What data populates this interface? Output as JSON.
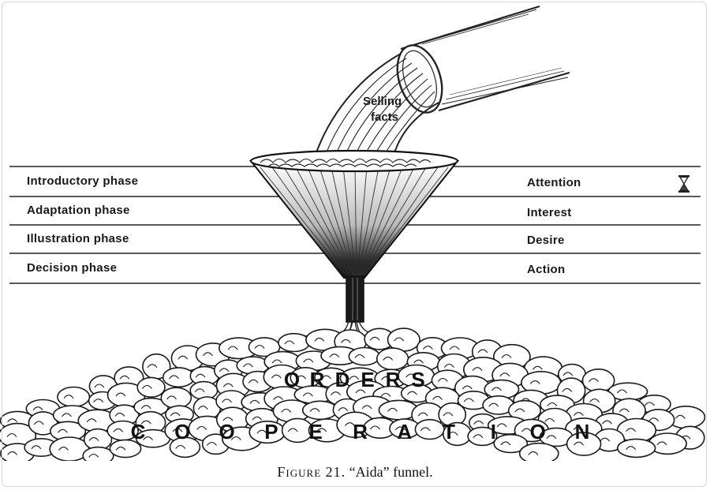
{
  "phases": [
    {
      "phase": "Introductory phase",
      "stage": "Attention"
    },
    {
      "phase": "Adaptation phase",
      "stage": "Interest"
    },
    {
      "phase": "Illustration phase",
      "stage": "Desire"
    },
    {
      "phase": "Decision phase",
      "stage": "Action"
    }
  ],
  "funnel_input": {
    "line1": "Selling",
    "line2": "facts"
  },
  "outputs": {
    "orders": [
      "O",
      "R",
      "D",
      "E",
      "R",
      "S"
    ],
    "cooperation": [
      "C",
      "O",
      "O",
      "P",
      "E",
      "R",
      "A",
      "T",
      "I",
      "O",
      "N"
    ]
  },
  "caption": {
    "figure": "Figure 21.",
    "title": "“Aida” funnel."
  },
  "icons": {
    "corner": "hourglass-icon"
  },
  "colors": {
    "ink": "#111111",
    "paper": "#ffffff"
  }
}
